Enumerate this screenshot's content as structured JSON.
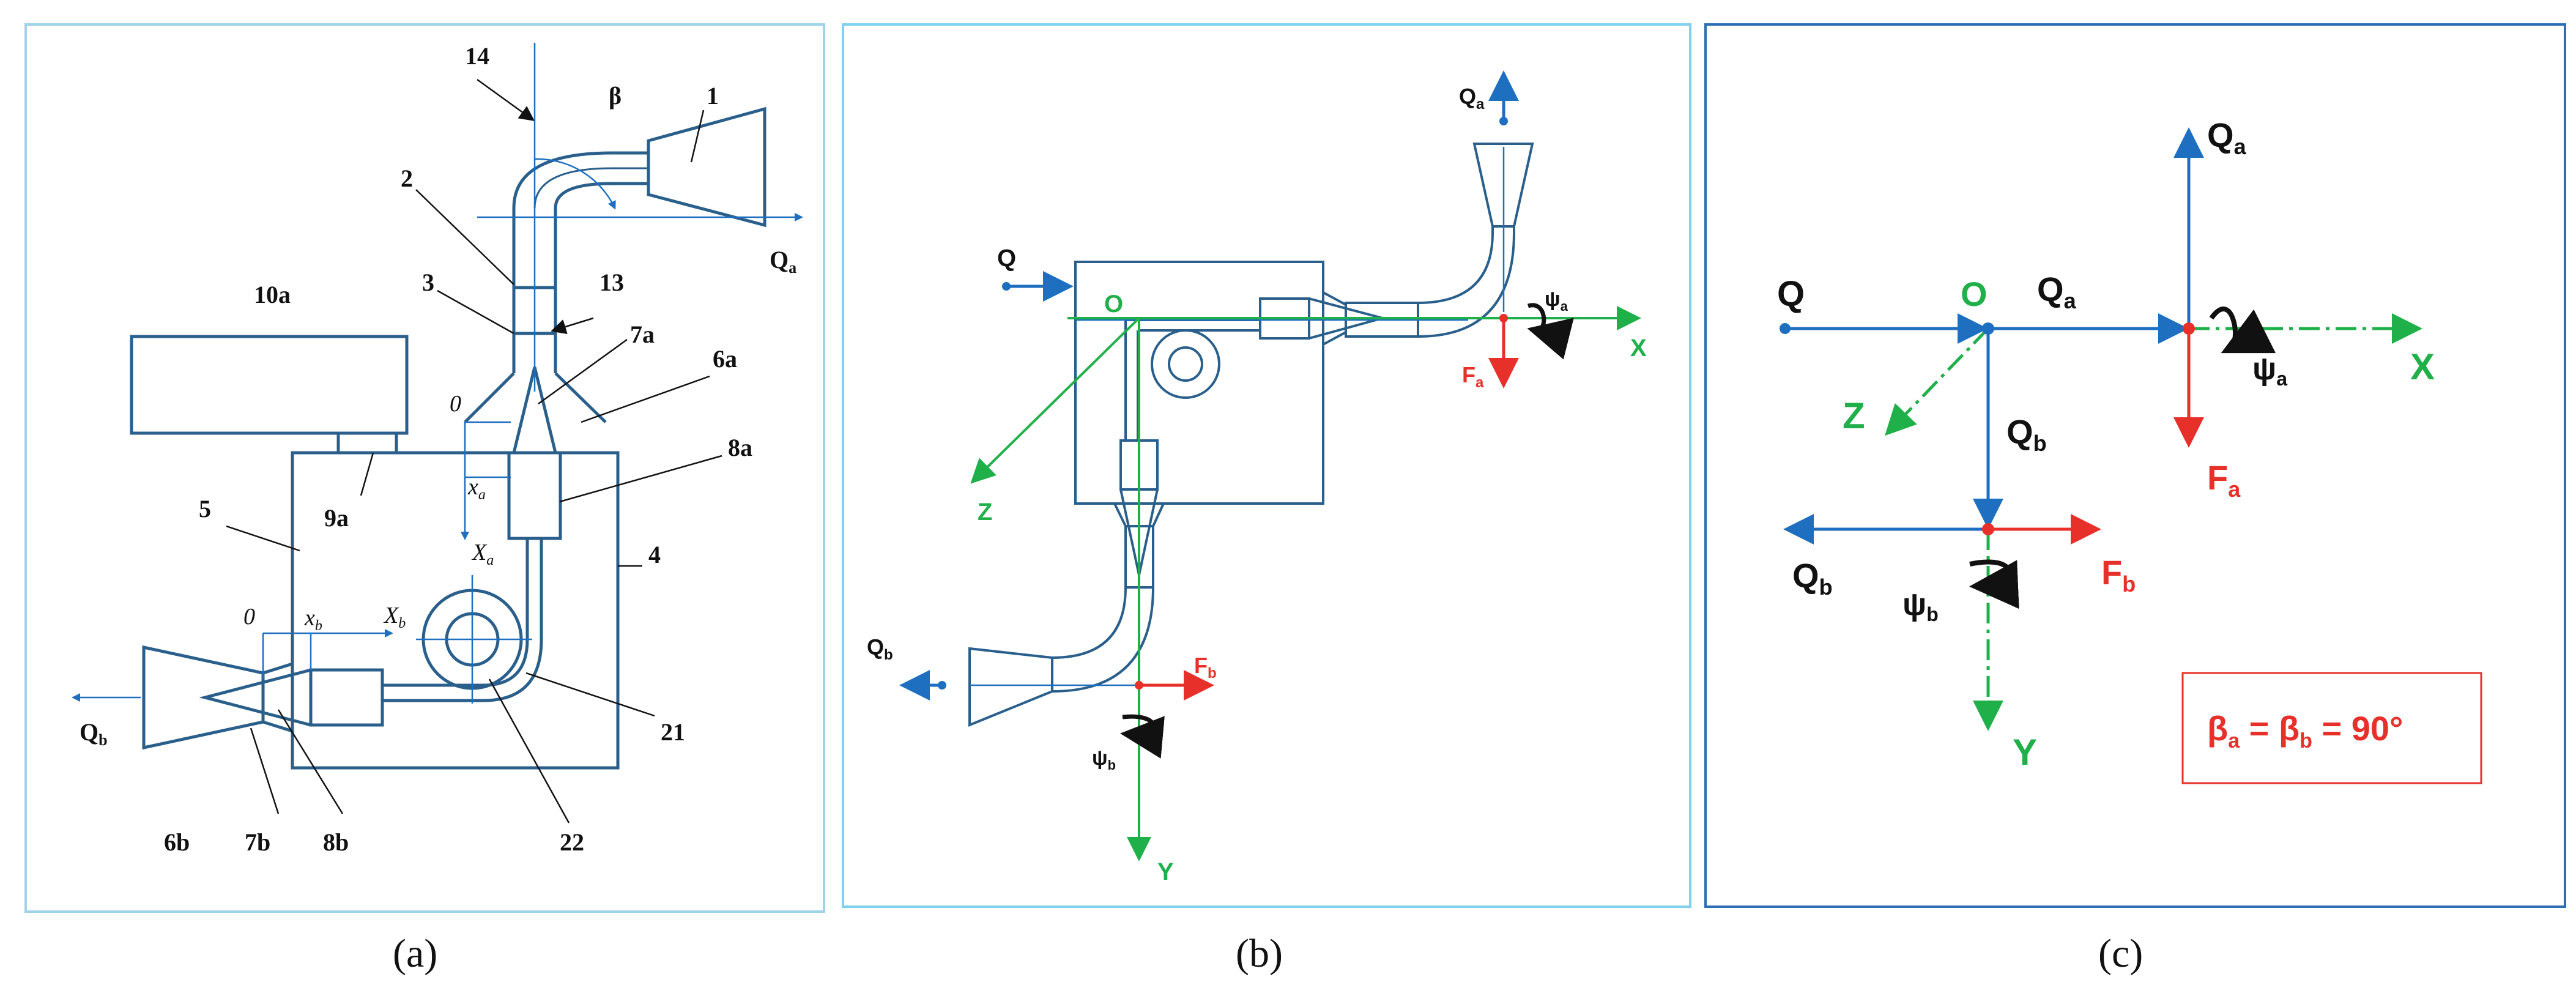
{
  "colors": {
    "frame_a": "#9fd3ea",
    "frame_b": "#7fd2ee",
    "frame_c": "#2e6eb5",
    "machine": "#2a5f8c",
    "blue": "#1f6fc0",
    "green": "#1fb04a",
    "red": "#e8302a",
    "text": "#111111"
  },
  "captions": {
    "a": "(a)",
    "b": "(b)",
    "c": "(c)"
  },
  "panel_a": {
    "labels": {
      "n1": "1",
      "n2": "2",
      "n3": "3",
      "n4": "4",
      "n5": "5",
      "n6a": "6a",
      "n6b": "6b",
      "n7a": "7a",
      "n7b": "7b",
      "n8a": "8a",
      "n8b": "8b",
      "n9a": "9a",
      "n10a": "10a",
      "n13": "13",
      "n14": "14",
      "n21": "21",
      "n22": "22",
      "beta": "β",
      "qa": "Q",
      "qa_sub": "a",
      "qb": "Q",
      "qb_sub": "b",
      "zero_a": "0",
      "xa": "x",
      "xa_sub": "a",
      "Xa": "X",
      "Xa_sub": "a",
      "zero_b": "0",
      "xb": "x",
      "xb_sub": "b",
      "Xb": "X",
      "Xb_sub": "b"
    }
  },
  "panel_b": {
    "labels": {
      "q": "Q",
      "o": "O",
      "qa": "Q",
      "qa_sub": "a",
      "qb": "Q",
      "qb_sub": "b",
      "psia": "ψ",
      "psia_sub": "a",
      "psib": "ψ",
      "psib_sub": "b",
      "fa": "F",
      "fa_sub": "a",
      "fb": "F",
      "fb_sub": "b",
      "x": "X",
      "y": "Y",
      "z": "Z"
    }
  },
  "panel_c": {
    "labels": {
      "q": "Q",
      "o": "O",
      "qa_top": "Q",
      "qa_top_sub": "a",
      "qa_mid": "Q",
      "qa_mid_sub": "a",
      "qb_mid": "Q",
      "qb_mid_sub": "b",
      "qb_left": "Q",
      "qb_left_sub": "b",
      "fa": "F",
      "fa_sub": "a",
      "fb": "F",
      "fb_sub": "b",
      "psia": "ψ",
      "psia_sub": "a",
      "psib": "ψ",
      "psib_sub": "b",
      "x": "X",
      "y": "Y",
      "z": "Z"
    },
    "formula": {
      "beta1": "β",
      "sub1": "a",
      "eq1": " = ",
      "beta2": "β",
      "sub2": "b",
      "eq2": " = 90°"
    }
  }
}
